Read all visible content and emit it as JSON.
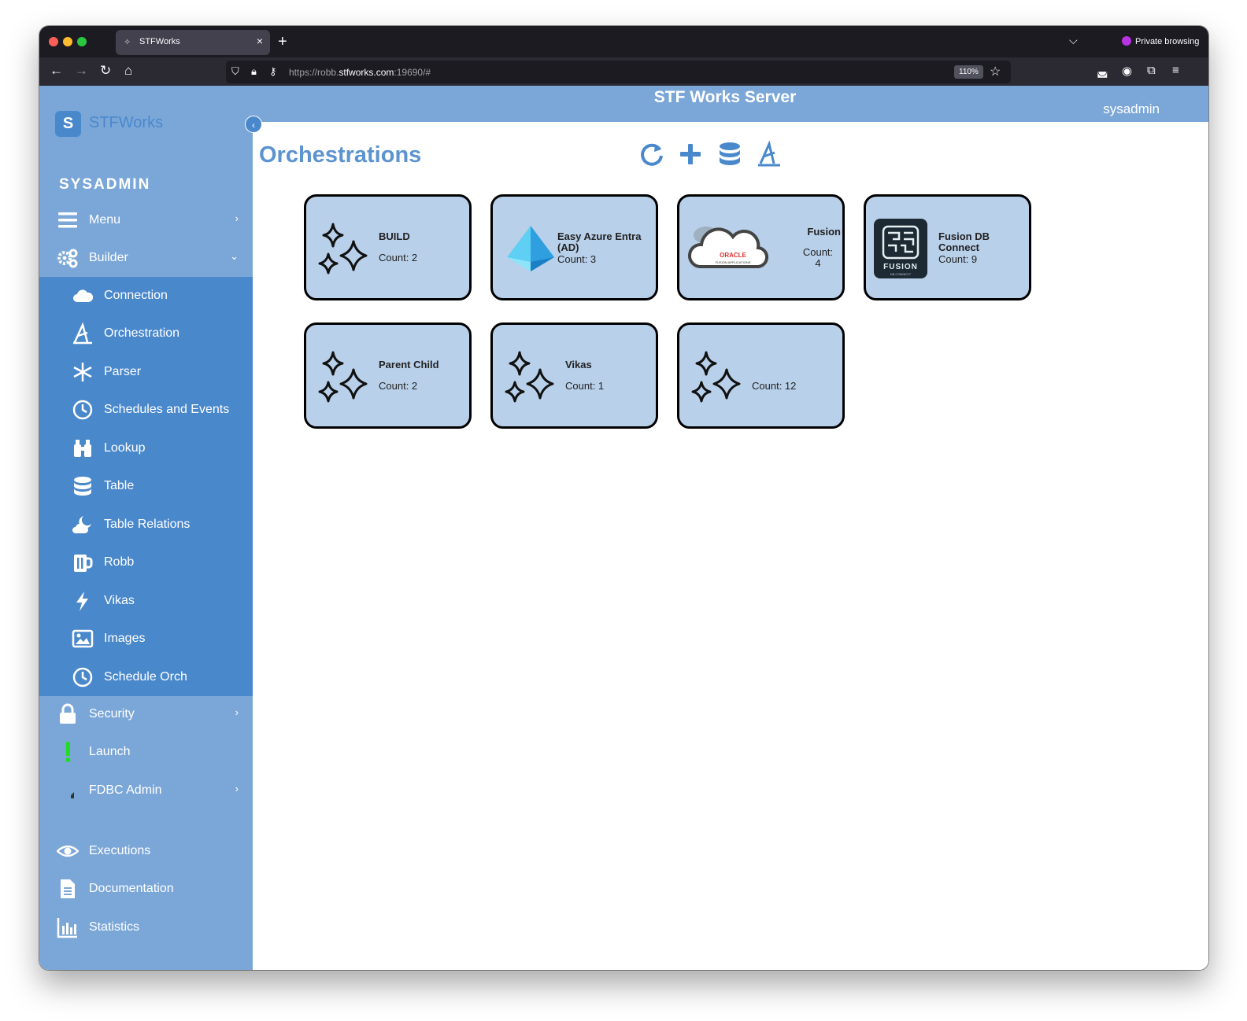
{
  "browser": {
    "tab_title": "STFWorks",
    "url_prefix": "https://robb.",
    "url_host": "stfworks.com",
    "url_suffix": ":19690/#",
    "zoom": "110%",
    "private_label": "Private browsing"
  },
  "brand": {
    "logo_letter": "S",
    "name": "STFWorks"
  },
  "header": {
    "title": "STF Works Server",
    "user": "sysadmin"
  },
  "sidebar": {
    "role": "SYSADMIN",
    "menu": "Menu",
    "builder": "Builder",
    "builder_items": [
      "Connection",
      "Orchestration",
      "Parser",
      "Schedules and Events",
      "Lookup",
      "Table",
      "Table Relations",
      "Robb",
      "Vikas",
      "Images",
      "Schedule Orch"
    ],
    "security": "Security",
    "launch": "Launch",
    "fdbc_admin": "FDBC Admin",
    "executions": "Executions",
    "documentation": "Documentation",
    "statistics": "Statistics"
  },
  "main": {
    "title": "Orchestrations",
    "cards": [
      {
        "name": "BUILD",
        "count": "Count: 2",
        "image": "sparkles-icon"
      },
      {
        "name": "Easy Azure Entra (AD)",
        "count": "Count: 3",
        "image": "azure-entra-logo"
      },
      {
        "name": "Fusion",
        "count": "Count:\n4",
        "image": "oracle-fusion-cloud-logo"
      },
      {
        "name": "Fusion DB Connect",
        "count": "Count: 9",
        "image": "fusion-db-connect-logo"
      },
      {
        "name": "Parent Child",
        "count": "Count: 2",
        "image": "sparkles-icon"
      },
      {
        "name": "Vikas",
        "count": "Count: 1",
        "image": "sparkles-icon"
      },
      {
        "name": "",
        "count": "Count: 12",
        "image": "sparkles-icon"
      }
    ],
    "logo_text": {
      "oracle": "ORACLE",
      "oracle_sub": "FUSION APPLICATIONS",
      "fusion": "FUSION",
      "fusion_sub": "DB CONNECT"
    }
  },
  "colors": {
    "sidebar": "#7ba7d8",
    "sidebar_active": "#4a88cc",
    "card_bg": "#b8d0ea",
    "accent": "#4a88cc",
    "launch": "#22dd22"
  }
}
